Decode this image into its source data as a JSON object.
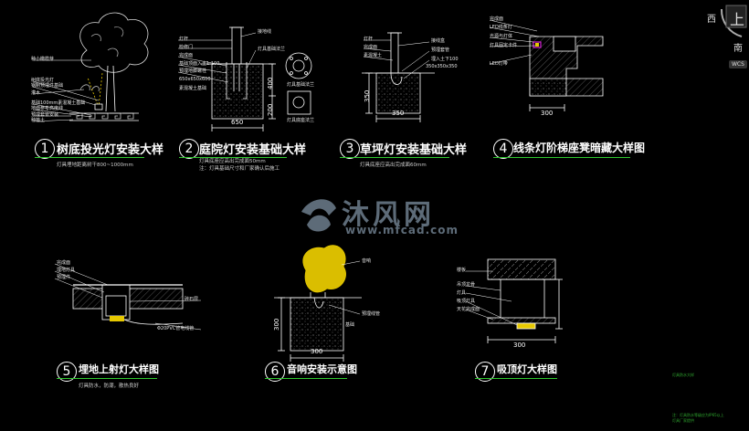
{
  "details": [
    {
      "num": "1",
      "title": "树底投光灯安装大样",
      "note": "灯具埋地距离树干800~1000mm",
      "labels": [
        "种小橄榄芽",
        "树底投光灯",
        "钢制预埋件基础",
        "灌木",
        "基础100mm素混凝土基础",
        "地面参考高度线",
        "预埋套管安装",
        "种植土"
      ]
    },
    {
      "num": "2",
      "title": "庭院灯安装基础大样",
      "note": "灯具底座应高出完成面50mm",
      "note2": "注：灯具基础尺寸和厂家确认后施工",
      "labels": [
        "灯杆",
        "检修门",
        "完成面",
        "基础顶面入土1:100",
        "预埋地脚螺栓",
        "接地线",
        "灯具基础法兰",
        "650x650x600",
        "素混凝土基础"
      ],
      "dims": {
        "w": "650",
        "h1": "400",
        "h2": "200"
      },
      "plan_labels": [
        "灯具基础法兰",
        "灯具底座法兰"
      ]
    },
    {
      "num": "3",
      "title": "草坪灯安装基础大样",
      "note": "灯具底座应高出完成面60mm",
      "labels": [
        "灯杆",
        "接线盒",
        "预埋套管",
        "完成面",
        "埋入土下100",
        "350x350x350",
        "素混凝土"
      ],
      "dims": {
        "w": "350",
        "h": "350"
      }
    },
    {
      "num": "4",
      "title": "线条灯阶梯座凳暗藏大样图",
      "labels": [
        "完成面",
        "LED线条灯",
        "光源与灯体",
        "灯具固定卡件",
        "LED灯带"
      ],
      "dims": {
        "w": "300"
      }
    },
    {
      "num": "5",
      "title": "埋地上射灯大样图",
      "note": "灯具防水，防潮，散热良好",
      "labels": [
        "完成面",
        "埋地灯具",
        "预埋件",
        "碎石层",
        "Φ20PVC管电线管"
      ]
    },
    {
      "num": "6",
      "title": "音响安装示意图",
      "labels": [
        "音响",
        "预埋线管",
        "基础"
      ],
      "dims": {
        "w": "300",
        "h": "300"
      }
    },
    {
      "num": "7",
      "title": "吸顶灯大样图",
      "labels": [
        "楼板",
        "吊顶龙骨",
        "灯具",
        "吸顶灯具",
        "天花完成面"
      ],
      "dims": {
        "w": "300"
      }
    }
  ],
  "watermark": {
    "brand": "沐风网",
    "url": "www.mfcad.com"
  },
  "viewcube": {
    "top": "上",
    "west": "西",
    "south": "南",
    "wcs": "WCS"
  },
  "corner_notes": [
    "灯具防水大样",
    "注：灯具防水等级应为IP65以上",
    "灯具厂家提供"
  ],
  "colors": {
    "bg": "#000000",
    "line": "#ffffff",
    "accent": "#2ec92e",
    "hatch": "#9a9a9a",
    "yellow": "#e6c800",
    "magenta": "#d020d0"
  }
}
